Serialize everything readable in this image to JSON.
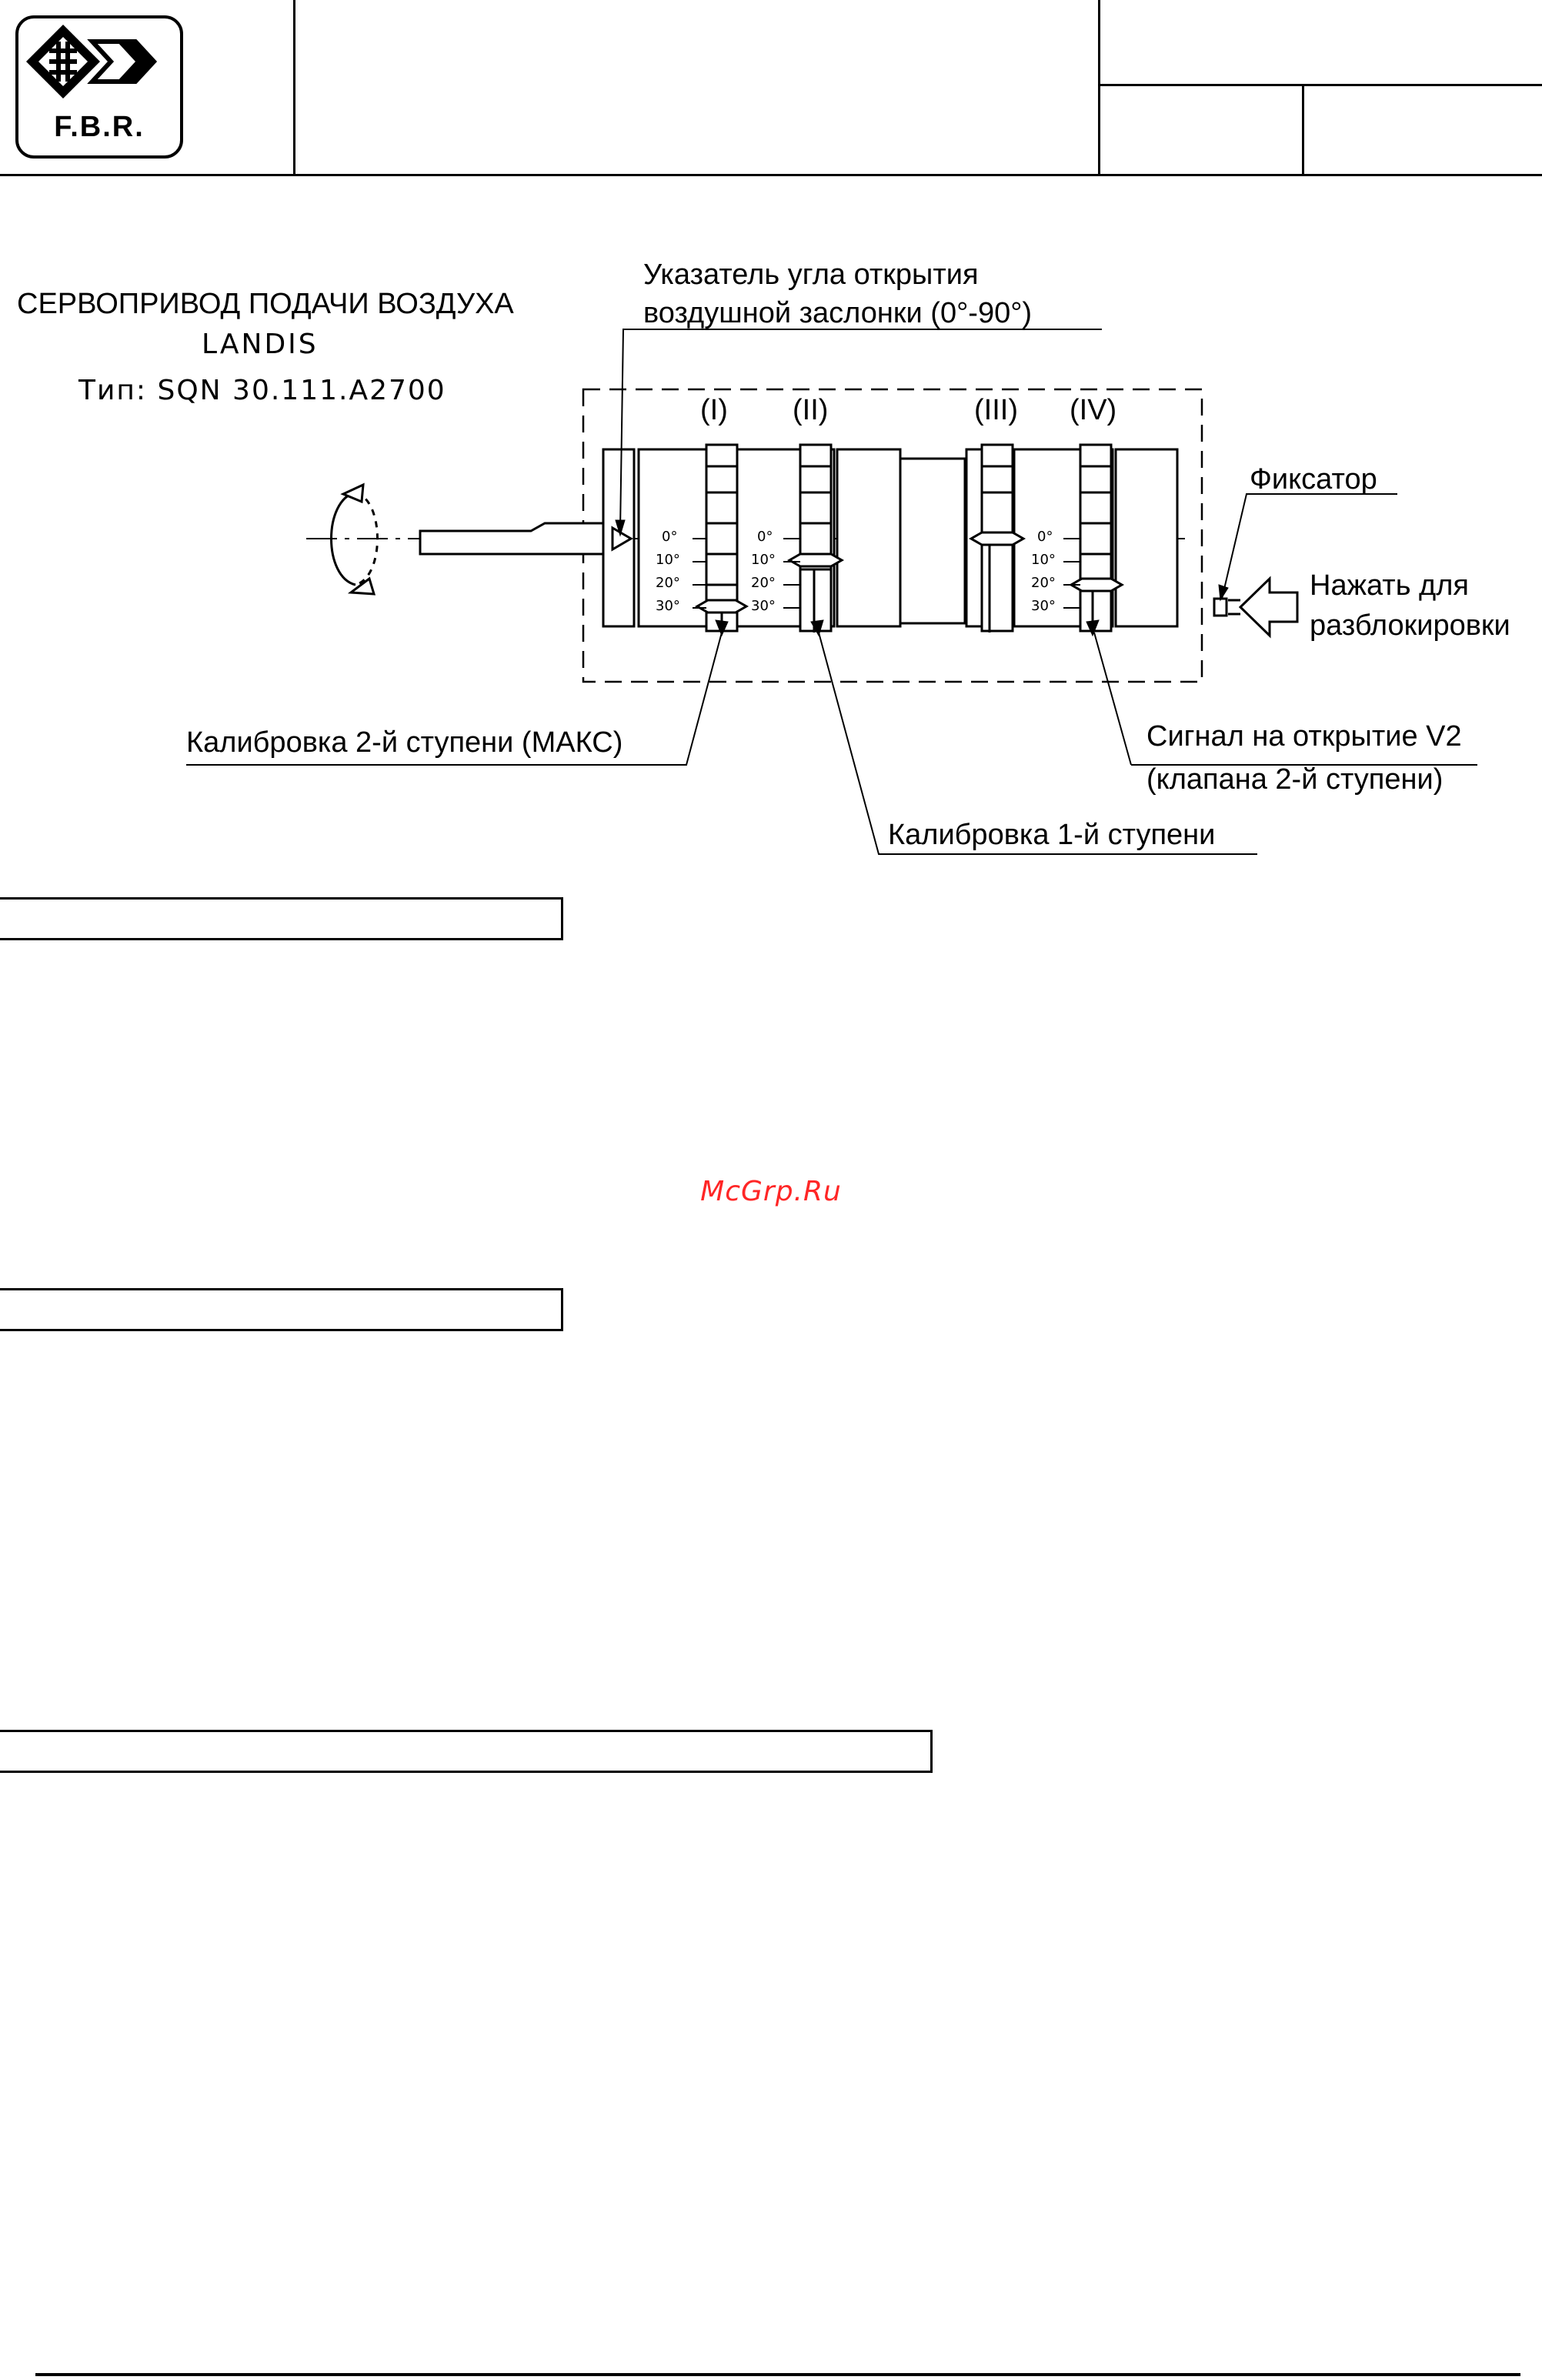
{
  "header": {
    "logo_text": "F.B.R."
  },
  "diagram": {
    "title_line1": "СЕРВОПРИВОД ПОДАЧИ ВОЗДУХА",
    "title_line2": "LANDIS",
    "title_line3": "Тип:  SQN  30.111.A2700",
    "pointer_label_line1": "Указатель угла открытия",
    "pointer_label_line2": "воздушной заслонки  (0°-90°)",
    "cams": [
      "(I)",
      "(II)",
      "(III)",
      "(IV)"
    ],
    "scale_marks": [
      "0°",
      "10°",
      "20°",
      "30°"
    ],
    "lock_label": "Фиксатор",
    "press_label_line1": "Нажать для",
    "press_label_line2": "разблокировки",
    "cal2_label": "Калибровка 2-й ступени (МАКС)",
    "signal_label_line1": "Сигнал на открытие V2",
    "signal_label_line2": "(клапана 2-й ступени)",
    "cal1_label": "Калибровка 1-й ступени"
  },
  "watermark": "McGrp.Ru"
}
